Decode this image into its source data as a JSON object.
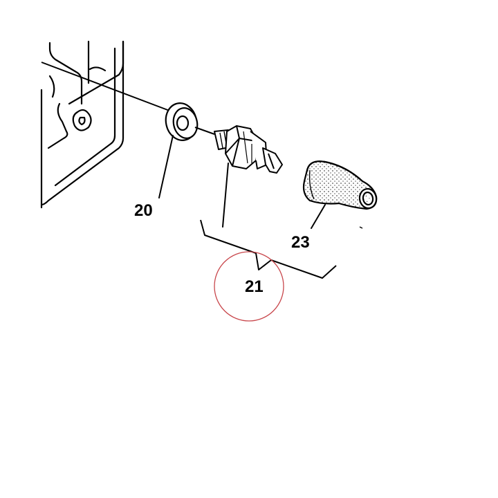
{
  "diagram": {
    "labels": {
      "washer": "20",
      "switch": "21",
      "boot": "23"
    },
    "colors": {
      "ink": "#000000",
      "highlight_circle": "#c8464b",
      "paper": "#ffffff"
    }
  }
}
